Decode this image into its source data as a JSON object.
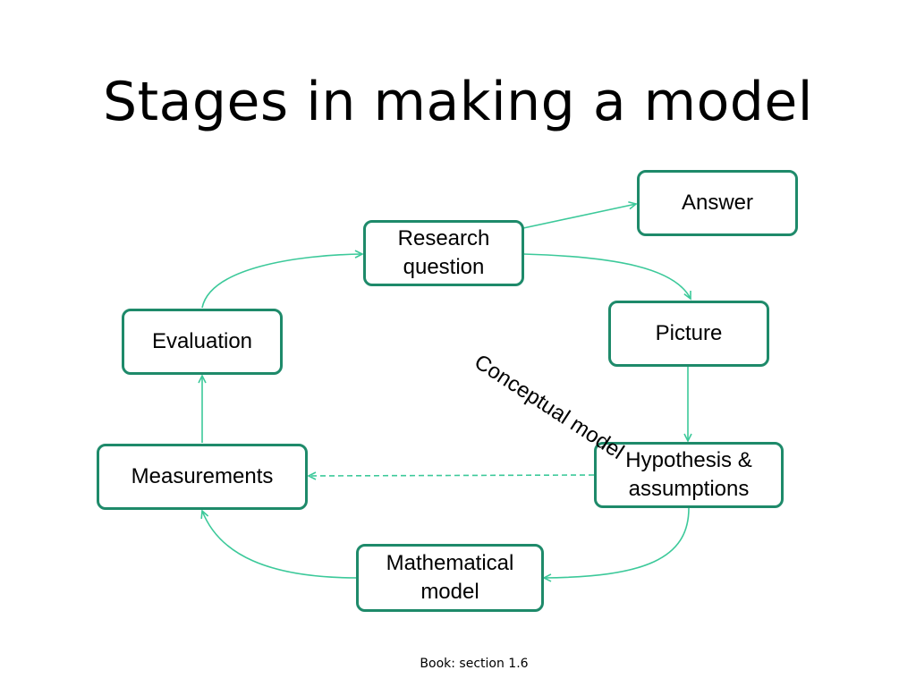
{
  "title": "Stages in making a model",
  "nodes": {
    "answer": "Answer",
    "research_question": "Research question",
    "picture": "Picture",
    "evaluation": "Evaluation",
    "measurements": "Measurements",
    "hypothesis": "Hypothesis & assumptions",
    "mathematical_model": "Mathematical model"
  },
  "annotation": "Conceptual model",
  "footer": "Book: section 1.6",
  "colors": {
    "box_border": "#1e8a6a",
    "arrow": "#3cc99a"
  }
}
